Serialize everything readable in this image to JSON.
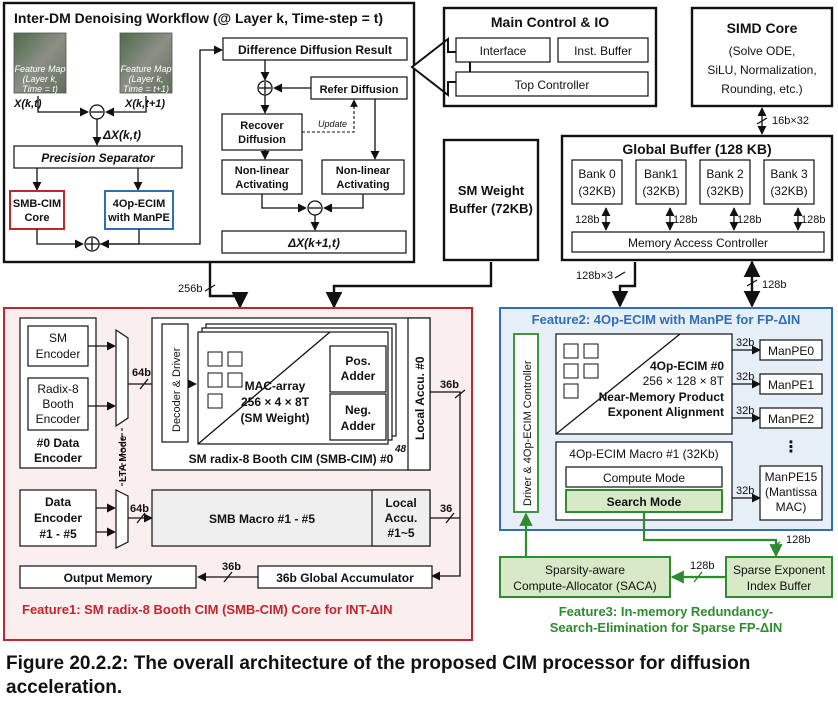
{
  "workflow": {
    "title": "Inter-DM Denoising Workflow (@ Layer k, Time-step = t)",
    "fm_left": [
      "Feature Map",
      "(Layer k,",
      "Time = t)"
    ],
    "fm_right": [
      "Feature Map",
      "(Layer k,",
      "Time = t+1)"
    ],
    "x_left": "X(k,t)",
    "x_right": "X(k,t+1)",
    "delta_x": "ΔX(k,t)",
    "precision_separator": "Precision Separator",
    "smb_cim_core": [
      "SMB-CIM",
      "Core"
    ],
    "ecim_manpe": [
      "4Op-ECIM",
      "with ManPE"
    ],
    "diff_result": "Difference Diffusion Result",
    "refer_diffusion": "Refer Diffusion",
    "update": "Update",
    "recover_diffusion": [
      "Recover",
      "Diffusion"
    ],
    "nonlinear_left": [
      "Non-linear",
      "Activating"
    ],
    "nonlinear_right": [
      "Non-linear",
      "Activating"
    ],
    "delta_x_next": "ΔX(k+1,t)"
  },
  "main_control": {
    "title": "Main Control & IO",
    "interface": "Interface",
    "inst_buffer": "Inst. Buffer",
    "top_controller": "Top Controller"
  },
  "simd_core": {
    "title": "SIMD Core",
    "lines": [
      "(Solve ODE,",
      "SiLU, Normalization,",
      "Rounding, etc.)"
    ]
  },
  "sm_weight_buffer": [
    "SM Weight",
    "Buffer (72KB)"
  ],
  "global_buffer": {
    "title": "Global Buffer (128 KB)",
    "banks": [
      [
        "Bank 0",
        "(32KB)"
      ],
      [
        "Bank1",
        "(32KB)"
      ],
      [
        "Bank 2",
        "(32KB)"
      ],
      [
        "Bank 3",
        "(32KB)"
      ]
    ],
    "bank_width": "128b",
    "mac": "Memory Access Controller"
  },
  "bus_labels": {
    "simd": "16b×32",
    "to_smb": "256b",
    "to_ecim": "128b×3",
    "gb_right": "128b"
  },
  "feature1": {
    "caption": "Feature1: SM radix-8 Booth CIM (SMB-CIM) Core for INT-ΔIN",
    "sm_encoder": [
      "SM",
      "Encoder"
    ],
    "radix_encoder": [
      "Radix-8",
      "Booth",
      "Encoder"
    ],
    "data_encoder0": [
      "#0 Data",
      "Encoder"
    ],
    "lta_mode": "LTA Mode",
    "w64_top": "64b",
    "w64_bottom": "64b",
    "decoder_driver": "Decoder & Driver",
    "mac_array": [
      "MAC-array",
      "256 × 4 × 8T",
      "(SM Weight)"
    ],
    "pos_adder": [
      "Pos.",
      "Adder"
    ],
    "neg_adder": [
      "Neg.",
      "Adder"
    ],
    "count48": "48",
    "local_accu0": "Local Accu. #0",
    "smb_cim0": "SM radix-8 Booth CIM (SMB-CIM) #0",
    "w36a": "36b",
    "w36b": "36",
    "data_encoder15": [
      "Data",
      "Encoder",
      "#1 - #5"
    ],
    "smb_macro": "SMB Macro #1 - #5",
    "local_accu15": [
      "Local",
      "Accu.",
      "#1~5"
    ],
    "output_memory": "Output Memory",
    "w36c": "36b",
    "global_accumulator": "36b Global Accumulator"
  },
  "feature2": {
    "title": "Feature2: 4Op-ECIM with ManPE for FP-ΔIN",
    "driver_ctrl": "Driver & 4Op-ECIM Controller",
    "ecim0": [
      "4Op-ECIM #0",
      "256 × 128 × 8T",
      "Near-Memory Product",
      "Exponent Alignment"
    ],
    "w32": "32b",
    "manpe": [
      "ManPE0",
      "ManPE1",
      "ManPE2"
    ],
    "dots": "⋮",
    "macro1": "4Op-ECIM Macro #1 (32Kb)",
    "compute_mode": "Compute Mode",
    "search_mode": "Search Mode",
    "manpe15": [
      "ManPE15",
      "(Mantissa",
      "MAC)"
    ],
    "w128": "128b"
  },
  "feature3": {
    "saca": [
      "Sparsity-aware",
      "Compute-Allocator (SACA)"
    ],
    "w128": "128b",
    "seib": [
      "Sparse Exponent",
      "Index Buffer"
    ],
    "caption": [
      "Feature3: In-memory Redundancy-",
      "Search-Elimination for Sparse FP-ΔIN"
    ]
  },
  "figure_caption": [
    "Figure 20.2.2: The overall architecture of the proposed CIM processor for diffusion",
    "acceleration."
  ],
  "colors": {
    "red_frame": "#c0272d",
    "red_fill": "#fbeeee",
    "blue_frame": "#2f6fb5",
    "blue_fill": "#e6eef8",
    "green": "#2e8b2e",
    "green_fill": "#d8e9c7",
    "gray_fill": "#efefef"
  }
}
